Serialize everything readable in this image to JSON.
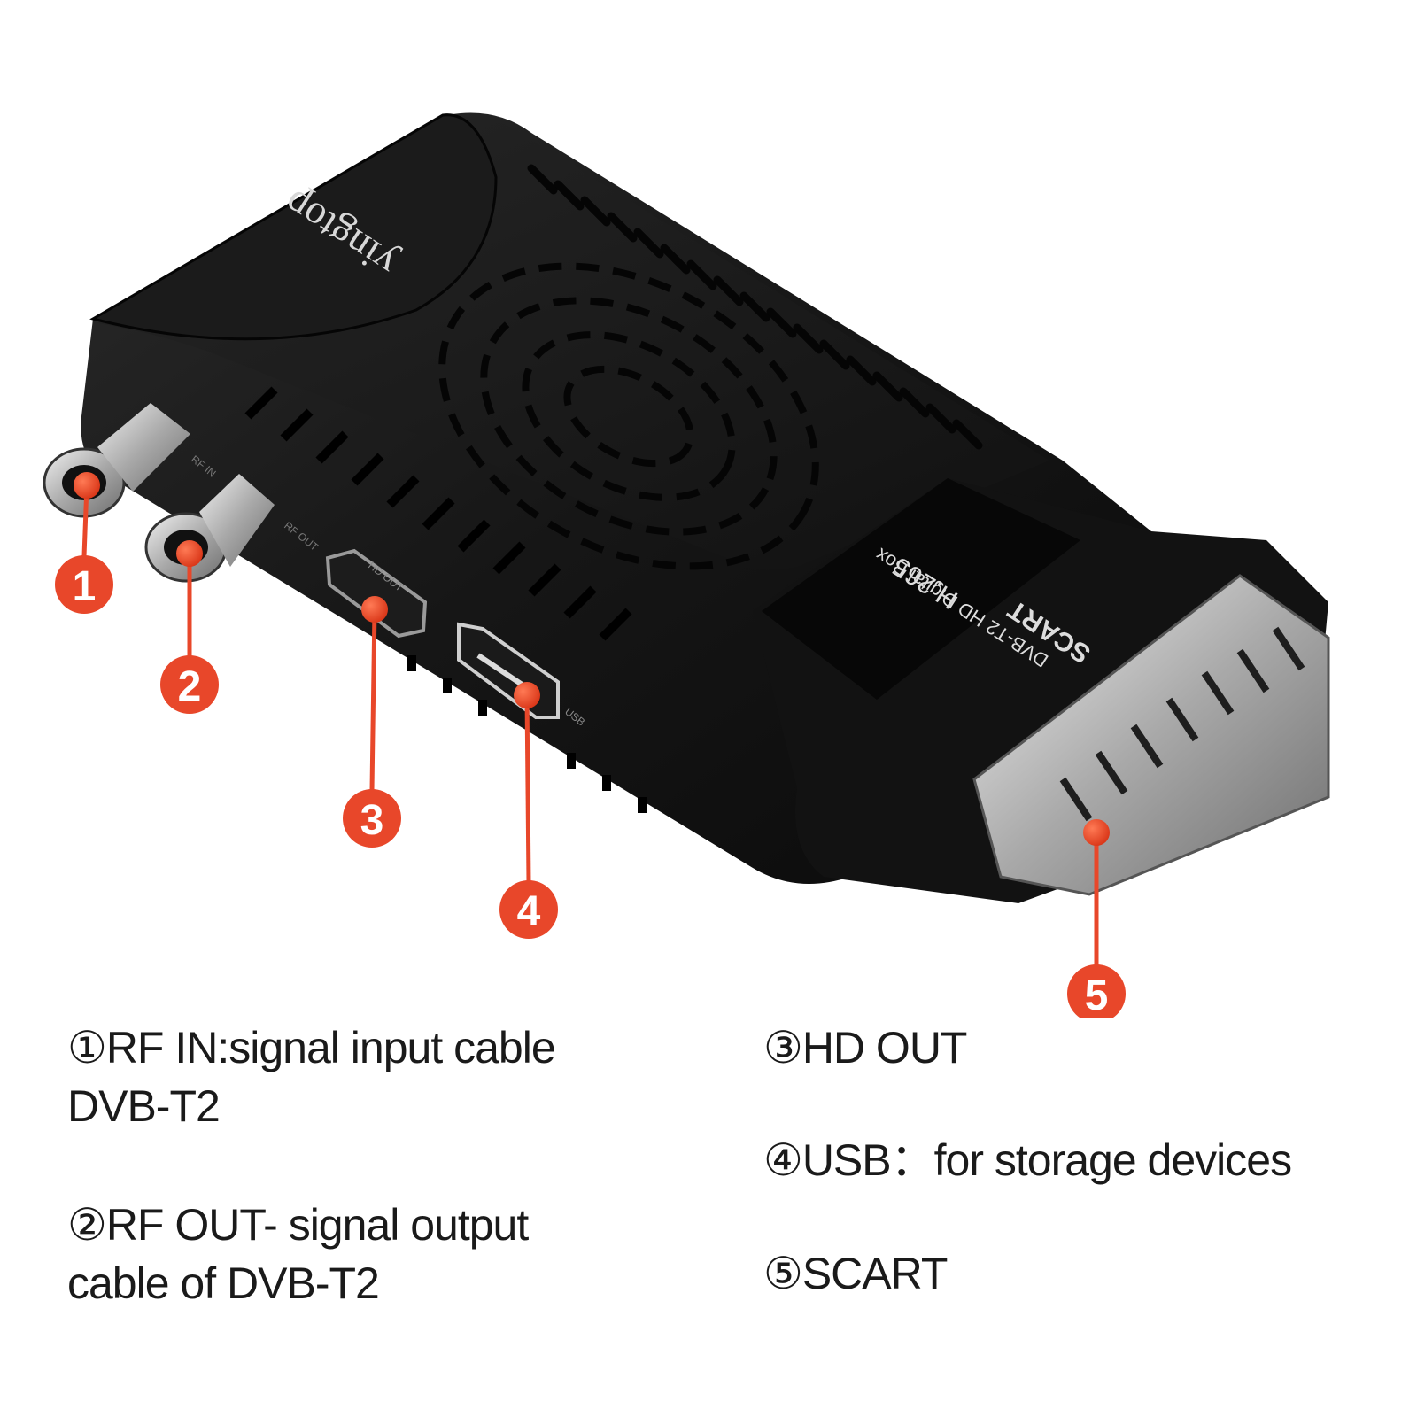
{
  "device": {
    "brand": "yingtop",
    "label_line1": "SCART",
    "label_line2": "DVB-T2 HD Digital Box",
    "label_line3": "H.265",
    "port_rf_in": "RF IN",
    "port_rf_out": "RF OUT",
    "port_hd_out": "HD OUT",
    "port_usb": "USB"
  },
  "callouts": [
    {
      "number": "1"
    },
    {
      "number": "2"
    },
    {
      "number": "3"
    },
    {
      "number": "4"
    },
    {
      "number": "5"
    }
  ],
  "captions": {
    "c1": {
      "line1": "①RF IN:signal input cable",
      "line2": "DVB-T2"
    },
    "c2": {
      "line1": "②RF OUT- signal output",
      "line2": "cable of DVB-T2"
    },
    "c3": {
      "line1": "③HD OUT"
    },
    "c4": {
      "line1": "④USB：for storage devices"
    },
    "c5": {
      "line1": "⑤SCART"
    }
  },
  "colors": {
    "callout": "#e8472a",
    "device_body": "#141414",
    "metal": "#c9c9c9",
    "text": "#1a1a1a"
  }
}
